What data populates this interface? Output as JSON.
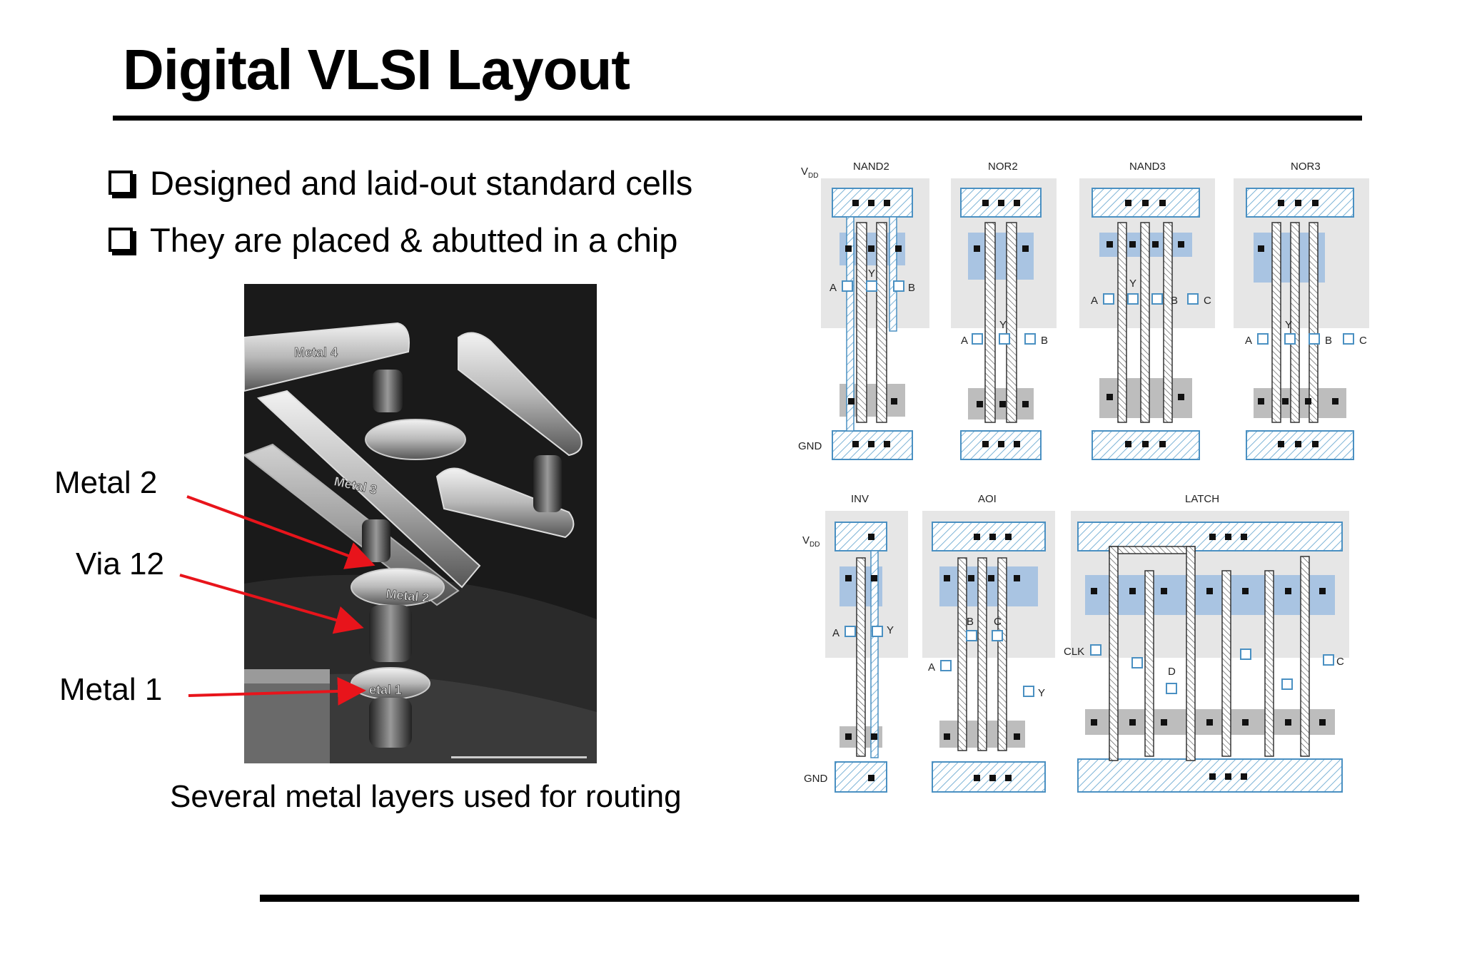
{
  "slide": {
    "title": "Digital VLSI Layout",
    "bullets": [
      "Designed and laid-out standard cells",
      "They are placed & abutted in a chip"
    ],
    "caption": "Several metal layers used for routing"
  },
  "photo": {
    "layer_labels": [
      "Metal 4",
      "Metal 3",
      "Metal 2",
      "etal 1"
    ],
    "callouts": [
      "Metal 2",
      "Via 12",
      "Metal 1"
    ],
    "arrow_color": "#e8141b"
  },
  "layout": {
    "cells": [
      "NAND2",
      "NOR2",
      "NAND3",
      "NOR3",
      "INV",
      "AOI",
      "LATCH"
    ],
    "rail_labels": {
      "vdd": "V",
      "vdd_sub": "DD",
      "gnd": "GND"
    },
    "pins": {
      "a": "A",
      "b": "B",
      "c": "C",
      "d": "D",
      "y": "Y",
      "clk": "CLK"
    },
    "colors": {
      "well": "#e6e6e6",
      "diffusion": "#a9c4e2",
      "metal": "#7cb3d6",
      "poly": "#555555",
      "gate": "#bdbdbd"
    }
  }
}
